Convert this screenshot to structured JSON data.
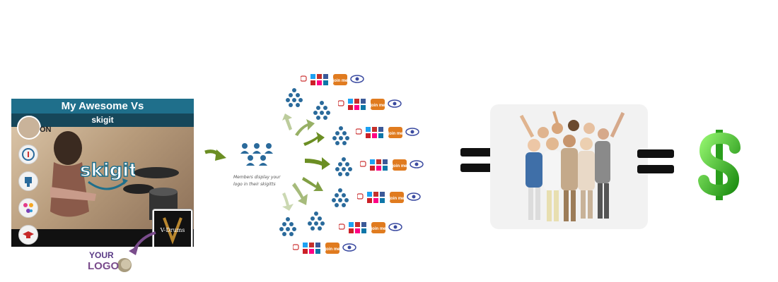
{
  "card": {
    "title": "My Awesome Vs",
    "subtitle": "skigit",
    "watermark": "skigit",
    "sponsor_logo": "V-Drums",
    "side_icons": [
      "info-icon",
      "thumbs-down-icon",
      "share-icon",
      "graduation-cap-icon"
    ]
  },
  "your_logo": {
    "line1": "YOUR",
    "line2": "LOGO"
  },
  "members_caption": "Members display your logo in their skigitts",
  "network": {
    "share_badge": {
      "text": "join me"
    },
    "icons": [
      "message-icon",
      "twitter-icon",
      "youtube-icon",
      "facebook-icon",
      "pinterest-icon",
      "flickr-icon",
      "linkedin-icon",
      "eye-icon"
    ]
  },
  "colors": {
    "title_bar": "#1f6f8b",
    "subtitle_bar": "#16475a",
    "arrow_green": "#6b8e23",
    "network_blue": "#2a6a9b",
    "dollar_green": "#3fbf2a"
  }
}
